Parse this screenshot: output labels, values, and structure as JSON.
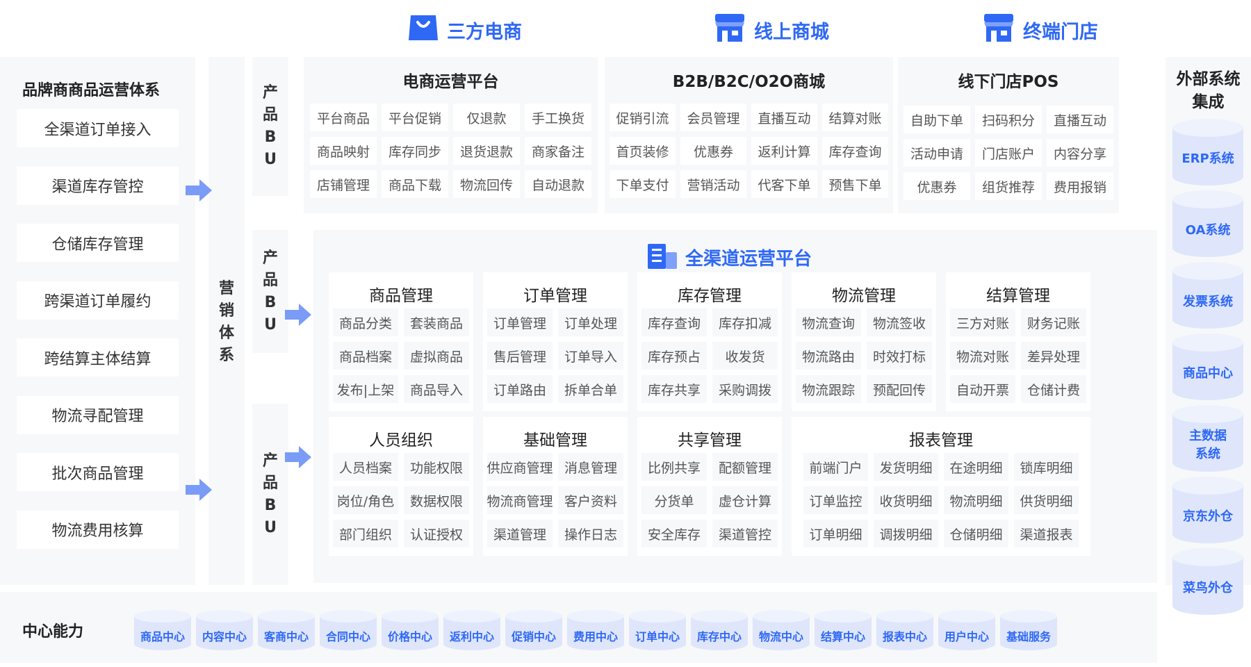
{
  "channels": [
    {
      "label": "三方电商",
      "icon": "shopping-bag-icon"
    },
    {
      "label": "线上商城",
      "icon": "storefront-icon"
    },
    {
      "label": "终端门店",
      "icon": "storefront-icon"
    }
  ],
  "left": {
    "title": "品牌商商品运营体系",
    "items": [
      "全渠道订单接入",
      "渠道库存管控",
      "仓储库存管理",
      "跨渠道订单履约",
      "跨结算主体结算",
      "物流寻配管理",
      "批次商品管理",
      "物流费用核算"
    ]
  },
  "marketing": [
    "营",
    "销",
    "体",
    "系"
  ],
  "product_bu": [
    "产",
    "品",
    "B",
    "U"
  ],
  "platforms": [
    {
      "title": "电商运营平台",
      "items": [
        "平台商品",
        "平台促销",
        "仅退款",
        "手工换货",
        "商品映射",
        "库存同步",
        "退货退款",
        "商家备注",
        "店铺管理",
        "商品下载",
        "物流回传",
        "自动退款"
      ]
    },
    {
      "title": "B2B/B2C/O2O商城",
      "items": [
        "促销引流",
        "会员管理",
        "直播互动",
        "结算对账",
        "首页装修",
        "优惠券",
        "返利计算",
        "库存查询",
        "下单支付",
        "营销活动",
        "代客下单",
        "预售下单"
      ]
    },
    {
      "title": "线下门店POS",
      "items": [
        "自助下单",
        "扫码积分",
        "直播互动",
        "活动申请",
        "门店账户",
        "内容分享",
        "优惠券",
        "组货推荐",
        "费用报销"
      ]
    }
  ],
  "omni": {
    "title": "全渠道运营平台",
    "modules": [
      {
        "title": "商品管理",
        "items": [
          "商品分类",
          "套装商品",
          "商品档案",
          "虚拟商品",
          "发布|上架",
          "商品导入"
        ]
      },
      {
        "title": "订单管理",
        "items": [
          "订单管理",
          "订单处理",
          "售后管理",
          "订单导入",
          "订单路由",
          "拆单合单"
        ]
      },
      {
        "title": "库存管理",
        "items": [
          "库存查询",
          "库存扣减",
          "库存预占",
          "收发货",
          "库存共享",
          "采购调拨"
        ]
      },
      {
        "title": "物流管理",
        "items": [
          "物流查询",
          "物流签收",
          "物流路由",
          "时效打标",
          "物流跟踪",
          "预配回传"
        ]
      },
      {
        "title": "结算管理",
        "items": [
          "三方对账",
          "财务记账",
          "物流对账",
          "差异处理",
          "自动开票",
          "仓储计费"
        ]
      },
      {
        "title": "人员组织",
        "items": [
          "人员档案",
          "功能权限",
          "岗位/角色",
          "数据权限",
          "部门组织",
          "认证授权"
        ]
      },
      {
        "title": "基础管理",
        "items": [
          "供应商管理",
          "消息管理",
          "物流商管理",
          "客户资料",
          "渠道管理",
          "操作日志"
        ]
      },
      {
        "title": "共享管理",
        "items": [
          "比例共享",
          "配额管理",
          "分货单",
          "虚仓计算",
          "安全库存",
          "渠道管控"
        ]
      }
    ],
    "report": {
      "title": "报表管理",
      "items": [
        "前端门户",
        "发货明细",
        "在途明细",
        "锁库明细",
        "订单监控",
        "收货明细",
        "物流明细",
        "供货明细",
        "订单明细",
        "调拨明细",
        "仓储明细",
        "渠道报表"
      ]
    }
  },
  "external": {
    "title_lines": [
      "外部系统",
      "集成"
    ],
    "systems": [
      [
        "ERP系统"
      ],
      [
        "OA系统"
      ],
      [
        "发票系统"
      ],
      [
        "商品中心"
      ],
      [
        "主数据",
        "系统"
      ],
      [
        "京东外仓"
      ],
      [
        "菜鸟外仓"
      ]
    ]
  },
  "center": {
    "title": "中心能力",
    "items": [
      "商品中心",
      "内容中心",
      "客商中心",
      "合同中心",
      "价格中心",
      "返利中心",
      "促销中心",
      "费用中心",
      "订单中心",
      "库存中心",
      "物流中心",
      "结算中心",
      "报表中心",
      "用户中心",
      "基础服务"
    ]
  },
  "colors": {
    "accent": "#2e68f5",
    "panel": "#f7f8fa",
    "cylinder": "#dfe6fb",
    "cylinder_top": "#eef2fd",
    "arrow": "#7a9cf7"
  }
}
